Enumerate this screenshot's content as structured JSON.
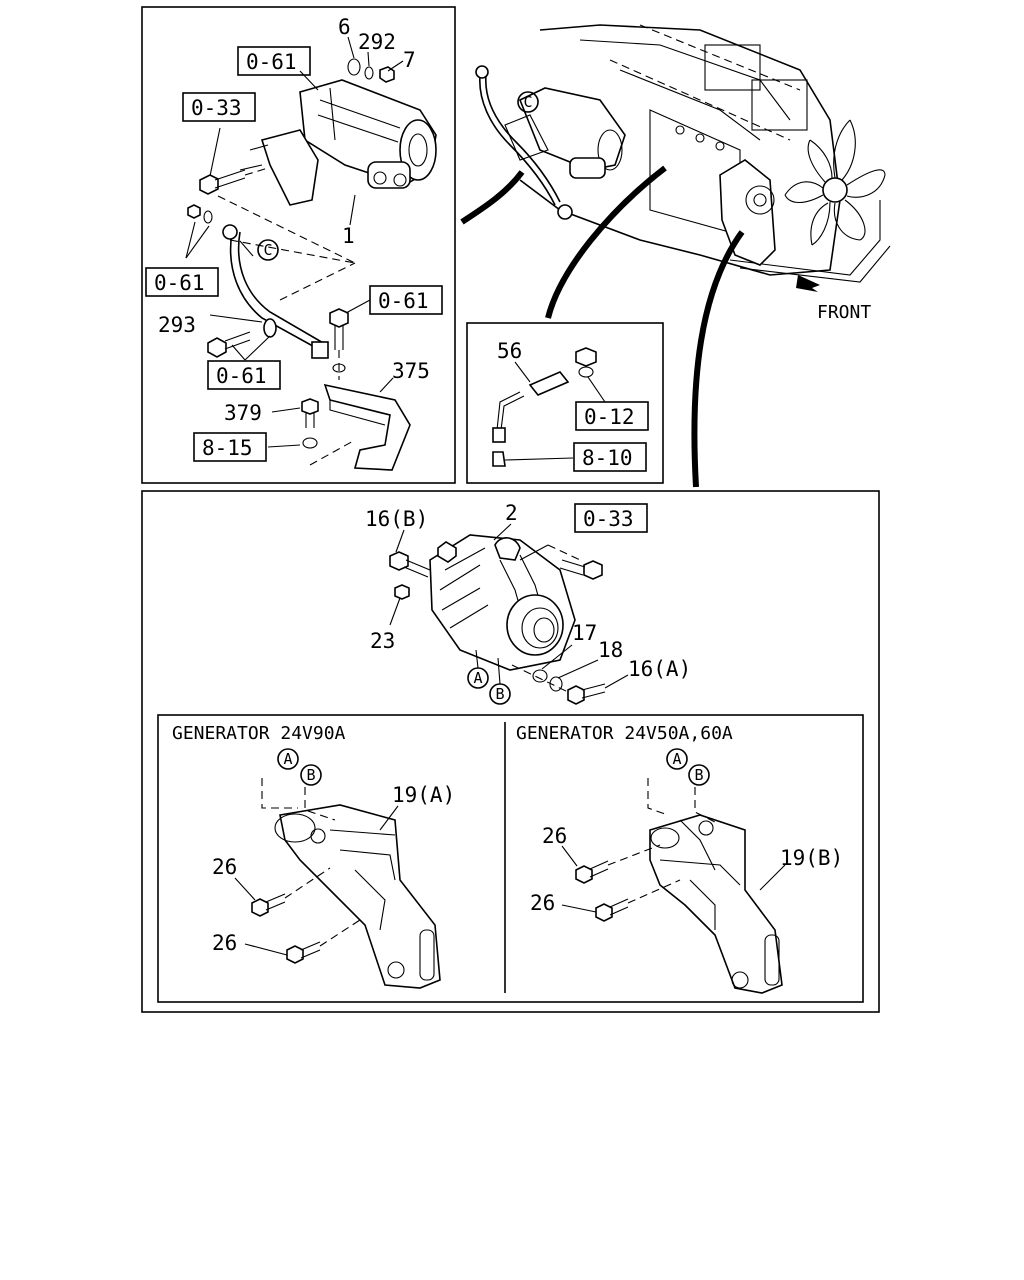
{
  "panels": {
    "starter": {
      "refs": [
        "0-61",
        "0-33",
        "0-61",
        "0-61",
        "0-61",
        "8-15"
      ],
      "parts": [
        "6",
        "292",
        "7",
        "1",
        "293",
        "375",
        "379"
      ],
      "circle_c": "C"
    },
    "overview": {
      "circle_c": "C",
      "front_label": "FRONT"
    },
    "sensor": {
      "parts": [
        "56"
      ],
      "refs": [
        "0-12",
        "8-10"
      ]
    },
    "generator": {
      "parts": [
        "16(B)",
        "2",
        "23",
        "17",
        "18",
        "16(A)"
      ],
      "refs": [
        "0-33"
      ],
      "circle_a": "A",
      "circle_b": "B"
    },
    "bracket_90a": {
      "title": "GENERATOR 24V90A",
      "parts": [
        "19(A)",
        "26",
        "26"
      ],
      "circle_a": "A",
      "circle_b": "B"
    },
    "bracket_50a": {
      "title": "GENERATOR 24V50A,60A",
      "parts": [
        "26",
        "26",
        "19(B)"
      ],
      "circle_a": "A",
      "circle_b": "B"
    }
  }
}
